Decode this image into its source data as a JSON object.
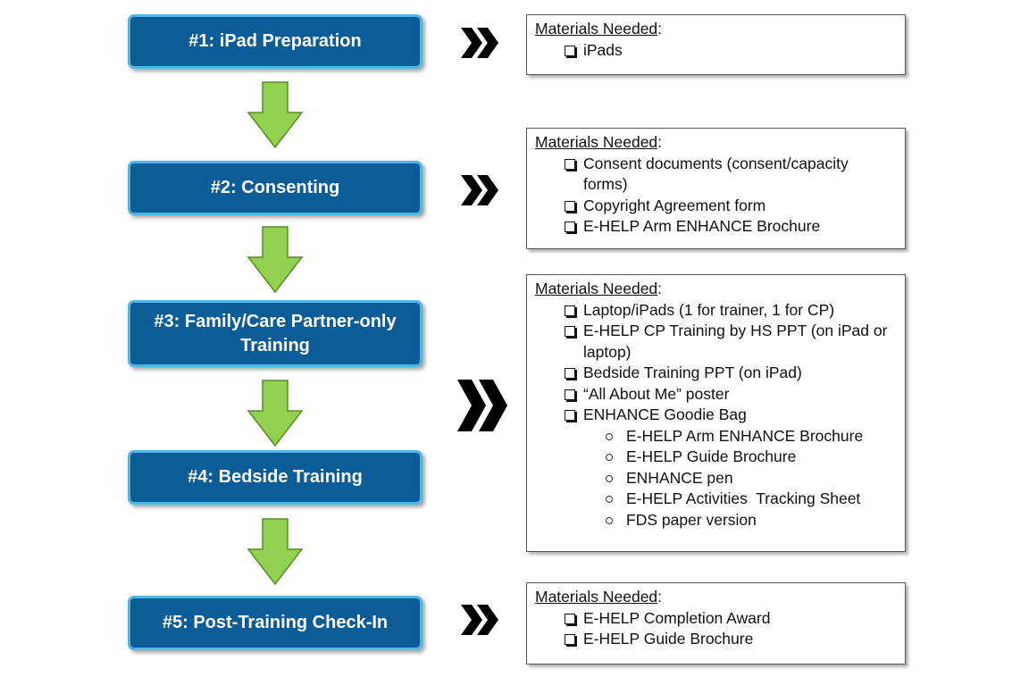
{
  "steps": [
    {
      "label": "#1: iPad Preparation"
    },
    {
      "label": "#2: Consenting"
    },
    {
      "label": "#3: Family/Care Partner-only Training"
    },
    {
      "label": "#4: Bedside Training"
    },
    {
      "label": "#5: Post-Training Check-In"
    }
  ],
  "materials": [
    {
      "title": "Materials Needed",
      "items": [
        "iPads"
      ]
    },
    {
      "title": "Materials Needed",
      "items": [
        "Consent documents (consent/capacity forms)",
        "Copyright Agreement form",
        "E-HELP Arm ENHANCE Brochure"
      ]
    },
    {
      "title": "Materials Needed",
      "items": [
        "Laptop/iPads (1 for trainer, 1 for CP)",
        "E-HELP CP Training by HS PPT (on iPad or laptop)",
        "Bedside Training PPT (on iPad)",
        "“All About Me” poster",
        "ENHANCE Goodie Bag"
      ],
      "subitems": [
        "E-HELP Arm ENHANCE Brochure",
        "E-HELP Guide Brochure",
        "ENHANCE pen",
        "E-HELP Activities  Tracking Sheet",
        "FDS paper version"
      ]
    },
    {
      "title": "Materials Needed",
      "items": [
        "E-HELP Completion Award",
        "E-HELP Guide Brochure"
      ]
    }
  ],
  "colors": {
    "step_fill": "#0b5c97",
    "step_border": "#4fb7e8",
    "arrow_fill": "#92d050",
    "arrow_stroke": "#5a8a2a"
  }
}
